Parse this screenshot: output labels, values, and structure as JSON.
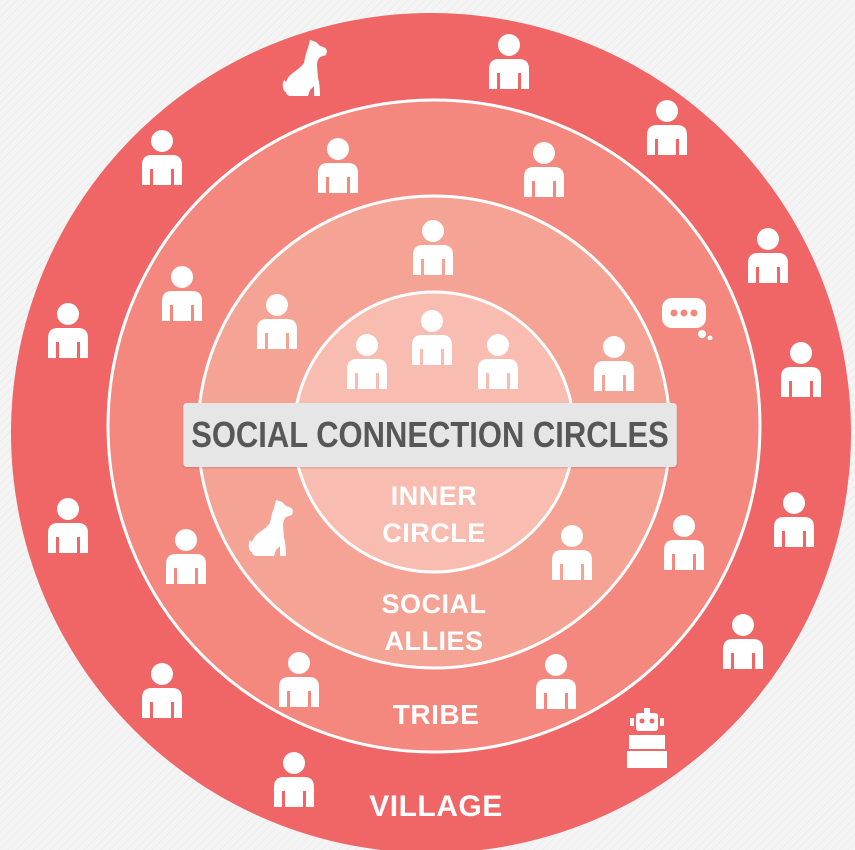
{
  "title": "SOCIAL CONNECTION CIRCLES",
  "rings": {
    "village": "VILLAGE",
    "tribe": "TRIBE",
    "social_allies": [
      "SOCIAL",
      "ALLIES"
    ],
    "inner_circle": [
      "INNER",
      "CIRCLE"
    ]
  },
  "colors": {
    "village": "#f06566",
    "tribe": "#f4887f",
    "social_allies": "#f5a394",
    "inner_circle": "#f8bdb0",
    "ring_border": "#ffffff",
    "title_text": "#575757",
    "title_bg": "#e6e6e6"
  },
  "icons": {
    "person": "person-icon",
    "dog": "dog-icon",
    "chat": "chat-bubble-icon",
    "robot": "robot-icon"
  }
}
